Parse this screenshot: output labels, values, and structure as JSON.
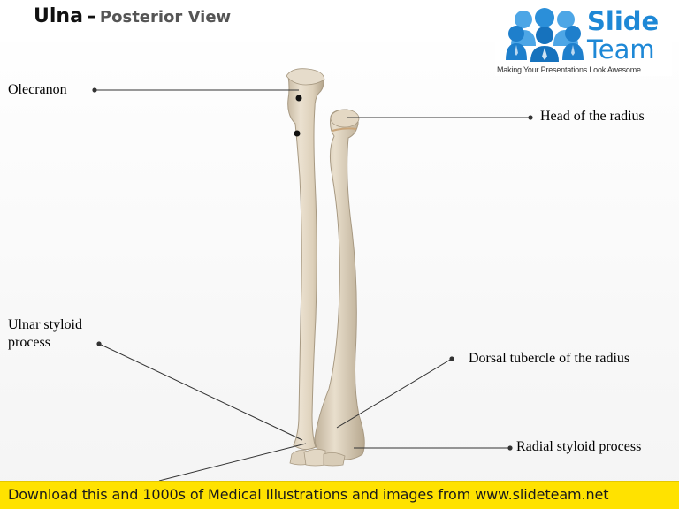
{
  "title": {
    "main": "Ulna",
    "dash": "–",
    "sub": "Posterior View"
  },
  "logo": {
    "word1": "Slide",
    "word2": "Team",
    "tagline": "Making Your Presentations Look Awesome",
    "color": "#1e88d6"
  },
  "labels": {
    "olecranon": "Olecranon",
    "head_of_radius": "Head of the radius",
    "ulnar_styloid_line1": "Ulnar styloid",
    "ulnar_styloid_line2": "process",
    "dorsal_tubercle": "Dorsal tubercle of the radius",
    "radial_styloid": "Radial styloid process"
  },
  "footer": {
    "text": "Download this and 1000s of Medical Illustrations and images from www.slideteam.net",
    "color": "#ffe200"
  },
  "colors": {
    "bone": "#e0d4c0",
    "bone_shadow": "#b9aa92",
    "leader_line": "#333333"
  }
}
